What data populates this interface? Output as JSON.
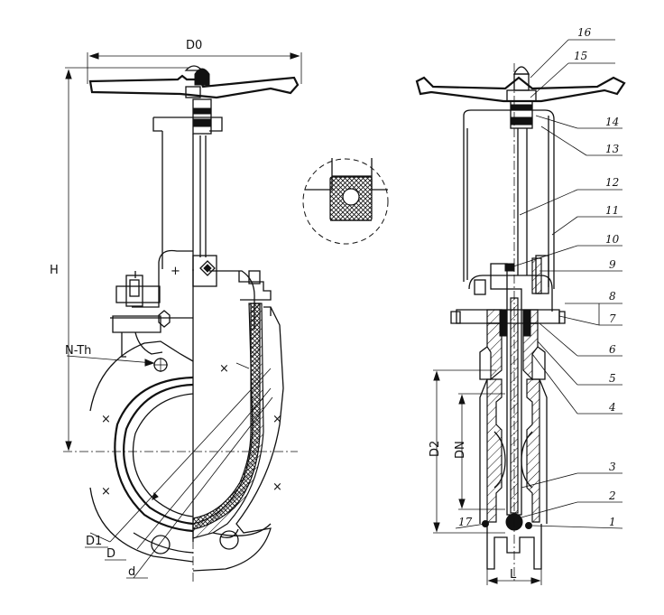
{
  "dimensions": {
    "d0": "D0",
    "h": "H",
    "n_th": "N-Th",
    "d1": "D1",
    "d": "D",
    "d_small": "d",
    "d2": "D2",
    "dn": "DN",
    "l": "L"
  },
  "part_numbers": [
    "16",
    "15",
    "14",
    "13",
    "12",
    "11",
    "10",
    "9",
    "8",
    "7",
    "6",
    "5",
    "4",
    "3",
    "2",
    "17",
    "1"
  ]
}
